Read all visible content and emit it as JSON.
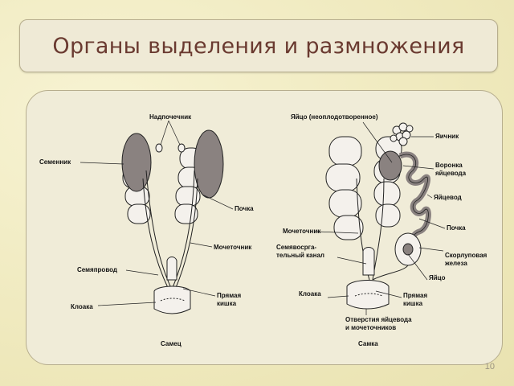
{
  "slide": {
    "title": "Органы выделения и размножения",
    "number": "10"
  },
  "male": {
    "adrenal": "Надпочечник",
    "testis": "Семенник",
    "kidney": "Почка",
    "ureter": "Мочеточник",
    "vas_deferens": "Семяпровод",
    "rectum_line1": "Прямая",
    "rectum_line2": "кишка",
    "cloaca": "Клоака",
    "caption": "Самец"
  },
  "female": {
    "egg": "Яйцо (неоплодотворенное)",
    "ovary": "Яичник",
    "funnel_line1": "Воронка",
    "funnel_line2": "яйцевода",
    "oviduct": "Яйцевод",
    "kidney": "Почка",
    "ureter": "Мочеточник",
    "seminal_line1": "Семявосрга-",
    "seminal_line2": "тельный канал",
    "shell_line1": "Скорлуповая",
    "shell_line2": "железа",
    "egg2": "Яйцо",
    "cloaca": "Клоака",
    "rectum_line1": "Прямая",
    "rectum_line2": "кишка",
    "opening_line1": "Отверстия яйцевода",
    "opening_line2": "и мочеточников",
    "caption": "Самка"
  }
}
